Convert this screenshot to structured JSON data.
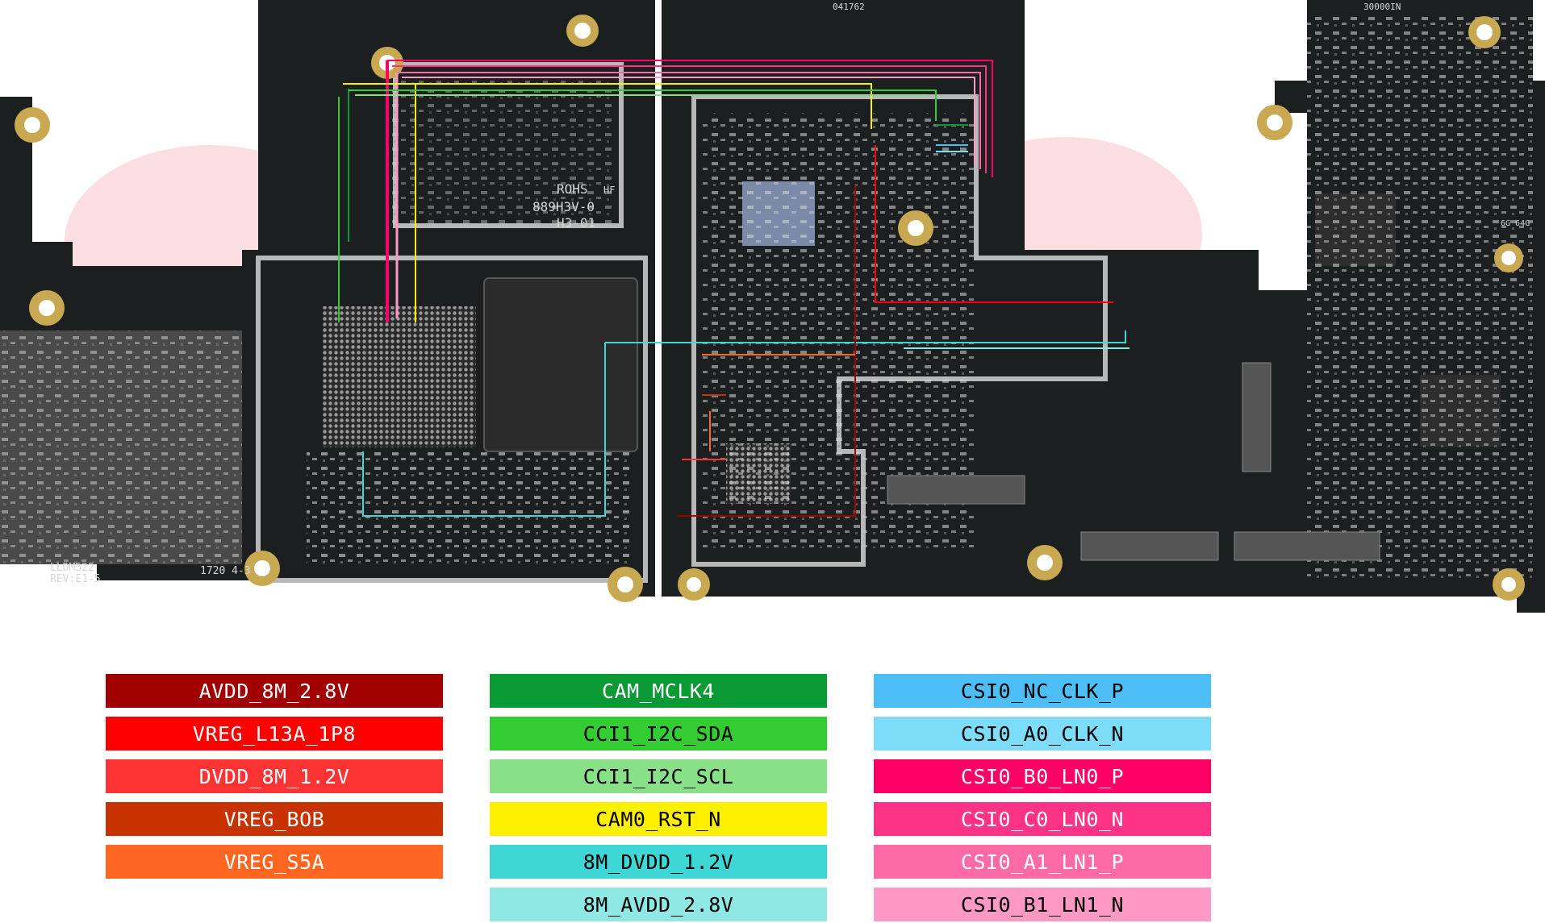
{
  "board": {
    "silkscreen": {
      "rohs": "ROHS",
      "hf": "HF",
      "code1": "889H3V-0",
      "code2": "H3-01",
      "board_id": "LLDM522",
      "rev": "REV:E1-5",
      "date": "1720\n4-3",
      "top_code": "041762",
      "top_right": "30000IN",
      "mem": "6G 64G"
    }
  },
  "legend": [
    {
      "label": "AVDD_8M_2.8V",
      "color": "#a00000",
      "text_color": "#ffffff"
    },
    {
      "label": "VREG_L13A_1P8",
      "color": "#fe0000",
      "text_color": "#ffffff"
    },
    {
      "label": "DVDD_8M_1.2V",
      "color": "#fe3333",
      "text_color": "#ffffff"
    },
    {
      "label": "VREG_BOB",
      "color": "#c83200",
      "text_color": "#ffffff"
    },
    {
      "label": "VREG_S5A",
      "color": "#fe6622",
      "text_color": "#ffffff"
    },
    {
      "label": "CAM_MCLK4",
      "color": "#0a9a35",
      "text_color": "#ffffff"
    },
    {
      "label": "CCI1_I2C_SDA",
      "color": "#33cc33",
      "text_color": "#000000"
    },
    {
      "label": "CCI1_I2C_SCL",
      "color": "#88e188",
      "text_color": "#000000"
    },
    {
      "label": "CAM0_RST_N",
      "color": "#fff000",
      "text_color": "#000000"
    },
    {
      "label": "8M_DVDD_1.2V",
      "color": "#3fd6d6",
      "text_color": "#000000"
    },
    {
      "label": "8M_AVDD_2.8V",
      "color": "#90e8e4",
      "text_color": "#000000"
    },
    {
      "label": "CSI0_NC_CLK_P",
      "color": "#4dbff6",
      "text_color": "#000000"
    },
    {
      "label": "CSI0_A0_CLK_N",
      "color": "#7dddf8",
      "text_color": "#000000"
    },
    {
      "label": "CSI0_B0_LN0_P",
      "color": "#fe0066",
      "text_color": "#ffffff"
    },
    {
      "label": "CSI0_C0_LN0_N",
      "color": "#fe3385",
      "text_color": "#ffffff"
    },
    {
      "label": "CSI0_A1_LN1_P",
      "color": "#fe6aa5",
      "text_color": "#ffffff"
    },
    {
      "label": "CSI0_B1_LN1_N",
      "color": "#fe99c5",
      "text_color": "#000000"
    }
  ]
}
